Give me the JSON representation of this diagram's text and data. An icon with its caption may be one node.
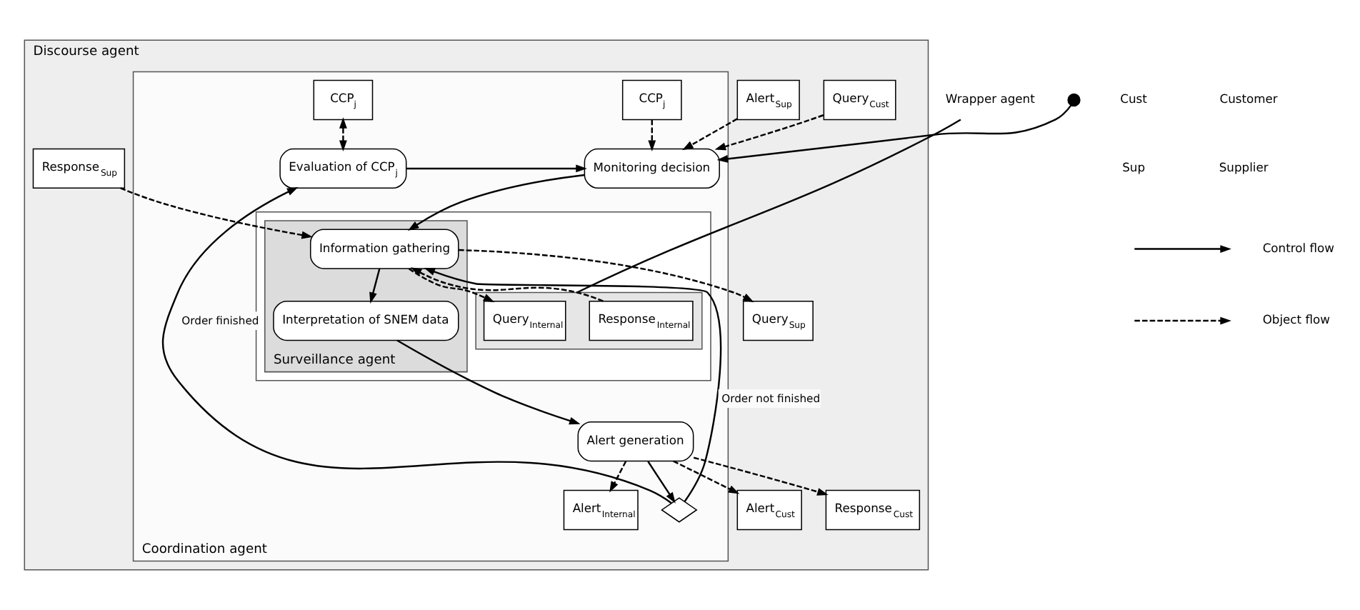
{
  "diagram": {
    "nodes": [
      {
        "text": [
          "Discourse agent"
        ]
      },
      {
        "text": [
          "Query$_{Cust}$"
        ],
        "in": 0
      },
      {
        "text": [
          "Alert$_{Sup}$"
        ],
        "in": 0
      },
      {
        "text": [],
        "shape": "circle"
      },
      {
        "text": [
          "Coordination agent"
        ],
        "in": 0
      },
      {
        "text": [
          "Monitoring decision"
        ],
        "in": 4
      },
      {
        "text": [
          "CCP$_{j}$"
        ],
        "in": 4
      },
      {
        "text": [],
        "shape": "box",
        "in": 4
      },
      {
        "text": [
          "Surveillance agent"
        ],
        "in": 7
      },
      {
        "text": [
          "Information gathering"
        ],
        "in": 8
      },
      {
        "text": [
          "Interpretation of SNEM data"
        ],
        "in": 8
      },
      {
        "text": [],
        "shape": "box",
        "in": 7
      },
      {
        "text": [
          "Query$_{Internal}$"
        ],
        "in": 11
      },
      {
        "text": [
          "Response$_{Internal}$"
        ],
        "in": 11
      },
      {
        "text": [
          "Wrapper agent"
        ]
      },
      {
        "text": [
          "Query$_{Sup}$"
        ],
        "in": 0
      },
      {
        "text": [
          "Response$_{Sup}$"
        ],
        "in": 0
      },
      {
        "text": [
          "CCP$_{j}$"
        ],
        "in": 4
      },
      {
        "text": [
          "Evaluation of CCP$_{j}$"
        ],
        "in": 4
      },
      {
        "text": [
          "Alert generation"
        ],
        "in": 4
      },
      {
        "text": [
          "Alert$_{Internal}$"
        ],
        "in": 4
      },
      {
        "text": [],
        "shape": "diamond",
        "in": 4
      },
      {
        "text": [
          "Alert$_{Cust}$"
        ],
        "in": 0
      },
      {
        "text": [
          "Response$_{Cust}$"
        ],
        "in": 0
      }
    ],
    "edges": [
      {
        "from": 3,
        "to": 5,
        "arrow": "to"
      },
      {
        "from": 1,
        "to": 5,
        "arrow": "to",
        "style": "dashed"
      },
      {
        "from": 2,
        "to": 5,
        "arrow": "to",
        "style": "dashed"
      },
      {
        "from": 6,
        "to": 5,
        "arrow": "to",
        "style": "dashed"
      },
      {
        "from": 5,
        "to": 9,
        "arrow": "to"
      },
      {
        "from": 9,
        "to": 15,
        "arrow": "to",
        "style": "dashed"
      },
      {
        "from": 16,
        "to": 9,
        "arrow": "to",
        "style": "dashed"
      },
      {
        "from": 9,
        "to": 12,
        "arrow": "to",
        "style": "dashed"
      },
      {
        "from": 13,
        "to": 9,
        "arrow": "to",
        "style": "dashed"
      },
      {
        "from": 9,
        "to": 10,
        "arrow": "to"
      },
      {
        "from": 10,
        "to": 19,
        "arrow": "to"
      },
      {
        "from": 19,
        "to": 20,
        "arrow": "to",
        "style": "dashed"
      },
      {
        "from": 19,
        "to": 22,
        "arrow": "to",
        "style": "dashed"
      },
      {
        "from": 19,
        "to": 23,
        "arrow": "to",
        "style": "dashed"
      },
      {
        "from": 19,
        "to": 21,
        "arrow": "to"
      },
      {
        "from": 21,
        "to": 9,
        "arrow": "to",
        "label": "Order not finished"
      },
      {
        "from": 21,
        "to": 18,
        "arrow": "to",
        "label": "Order finished"
      },
      {
        "from": 18,
        "to": 5,
        "arrow": "to"
      },
      {
        "from": 17,
        "to": 18,
        "arrow": "both",
        "style": "dashed"
      },
      {
        "from": 14,
        "to": 11,
        "arrow": "none"
      }
    ],
    "labels": [
      "Cust",
      "Customer",
      "Sup",
      "Supplier"
    ],
    "legend": [
      {
        "text": "Control flow"
      },
      {
        "text": "Object flow"
      }
    ]
  }
}
